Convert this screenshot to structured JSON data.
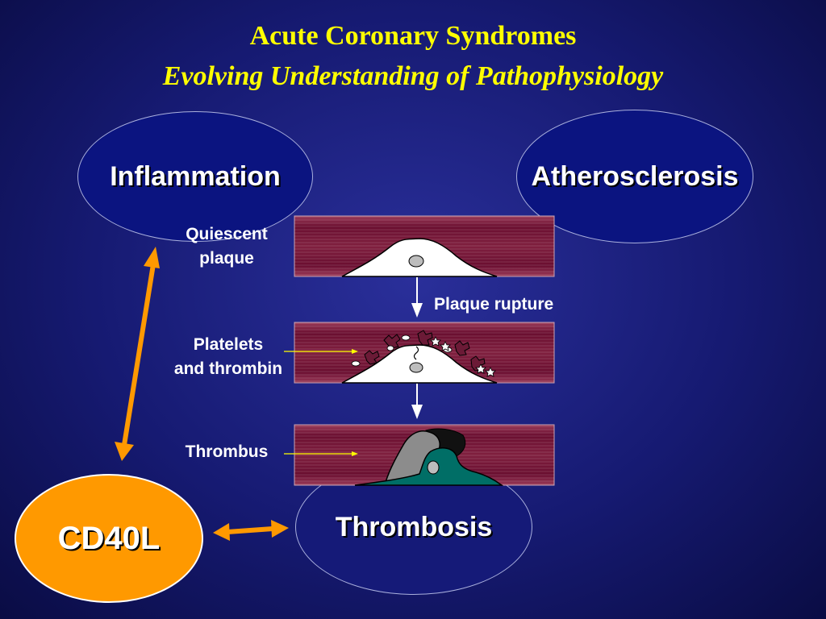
{
  "title": {
    "line1": "Acute Coronary Syndromes",
    "line2": "Evolving Understanding of Pathophysiology"
  },
  "ovals": {
    "inflammation": "Inflammation",
    "atherosclerosis": "Atherosclerosis",
    "thrombosis": "Thrombosis",
    "cd40l": "CD40L"
  },
  "labels": {
    "quiescent": [
      "Quiescent",
      "plaque"
    ],
    "platelets": [
      "Platelets",
      "and thrombin"
    ],
    "thrombus": "Thrombus",
    "plaque_rupture": "Plaque rupture"
  },
  "colors": {
    "background": "#161a72",
    "title": "#ffff00",
    "oval_fill": "#0b1480",
    "cd40l_fill": "#ff9900",
    "arrow": "#ff9900",
    "vessel_wall": "#7a1238",
    "thrombus_teal": "#006e66",
    "pointer_line": "#ffff00"
  },
  "icons": [
    "double-headed-arrow-icon",
    "down-arrow-icon",
    "platelet-icon",
    "thrombin-icon"
  ]
}
